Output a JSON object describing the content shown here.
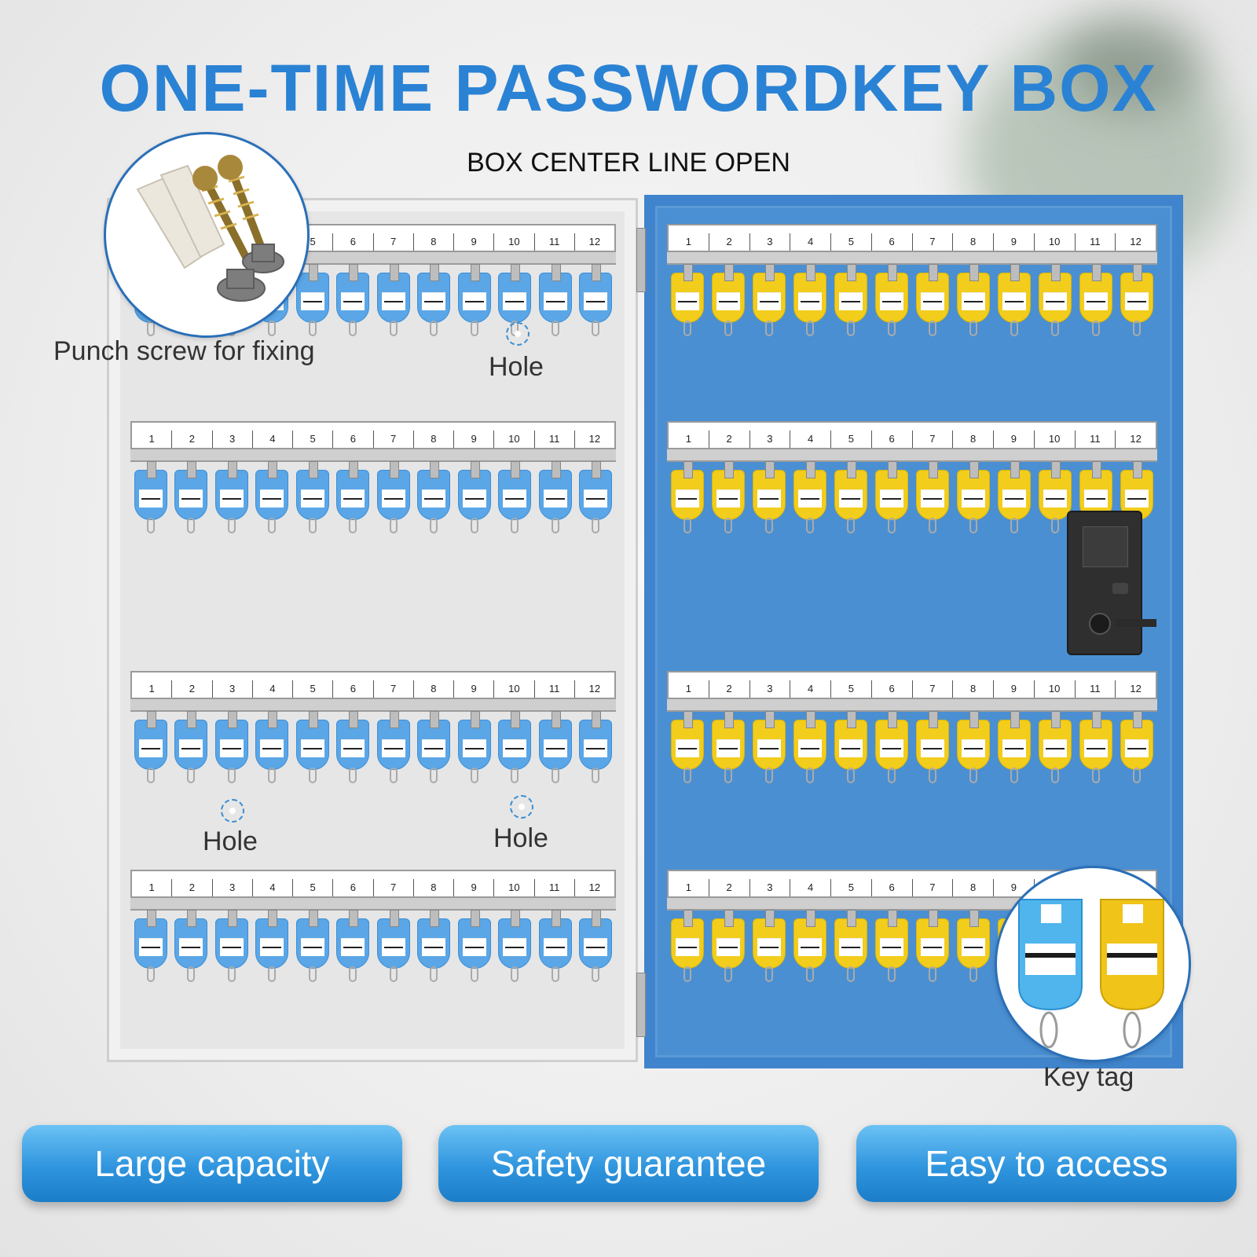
{
  "title": "ONE-TIME PASSWORDKEY BOX",
  "subtitle": "BOX CENTER LINE OPEN",
  "slot_numbers": [
    "1",
    "2",
    "3",
    "4",
    "5",
    "6",
    "7",
    "8",
    "9",
    "10",
    "11",
    "12"
  ],
  "captions": {
    "screw": "Punch screw for fixing",
    "hole_top": "Hole",
    "hole_bottom_left": "Hole",
    "hole_bottom_right": "Hole",
    "key_tag": "Key tag"
  },
  "features": [
    "Large capacity",
    "Safety guarantee",
    "Easy to access"
  ],
  "colors": {
    "title": "#2a82d4",
    "door_inner": "#4a8fd2",
    "tag_blue": "#5aa6e6",
    "tag_yellow": "#f2cd1c",
    "button": "#2f95de"
  },
  "icons": [
    "screw-kit-icon",
    "key-tag-icon",
    "electronic-lock-icon"
  ]
}
